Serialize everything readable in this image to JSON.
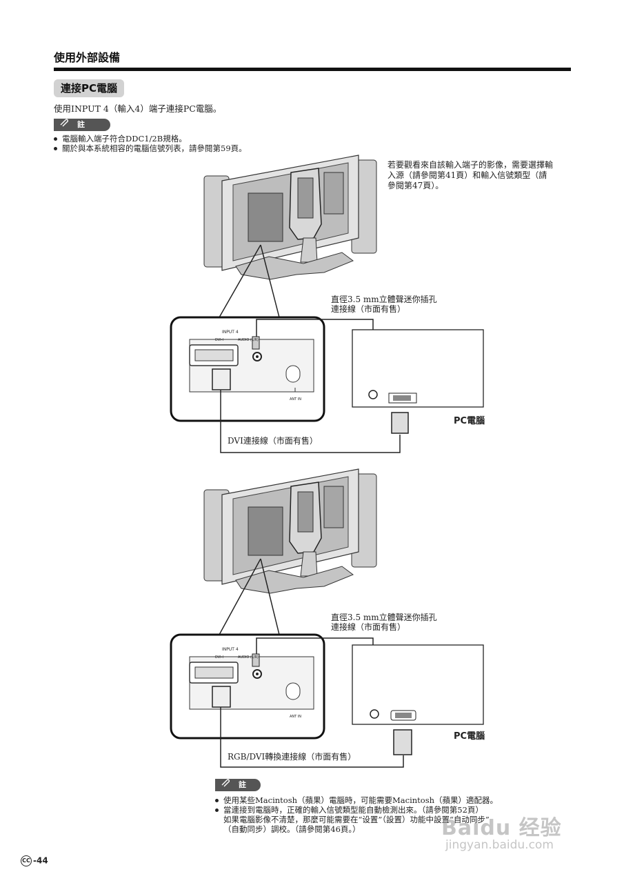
{
  "header": {
    "title": "使用外部設備"
  },
  "section": {
    "title": "連接PC電腦",
    "intro": "使用INPUT 4（輸入4）端子連接PC電腦。"
  },
  "note1": {
    "tag": "註",
    "items": [
      "電腦輸入端子符合DDC1/2B規格。",
      "關於與本系統相容的電腦信號列表，請參閱第59頁。"
    ]
  },
  "side_text": "若要觀看來自該輸入端子的影像，需要選擇輸入源（請參閱第41頁）和輸入信號類型（請參閱第47頁）。",
  "diagram1": {
    "audio_cable": [
      "直徑3.5  mm立體聲迷你插孔",
      "連接線（市面有售）"
    ],
    "cable": "DVI連接線（市面有售）",
    "pc_label": "PC電腦",
    "port_labels": {
      "input": "INPUT 4",
      "dvi": "DVI-I",
      "audio": "AUDIO (L/R)",
      "ant": "ANT IN"
    }
  },
  "diagram2": {
    "audio_cable": [
      "直徑3.5  mm立體聲迷你插孔",
      "連接線（市面有售）"
    ],
    "cable": "RGB/DVI轉換連接線（市面有售）",
    "pc_label": "PC電腦",
    "port_labels": {
      "input": "INPUT 4",
      "dvi": "DVI-I",
      "audio": "AUDIO (L/R)",
      "ant": "ANT IN"
    }
  },
  "note2": {
    "tag": "註",
    "items": [
      "使用某些Macintosh（蘋果）電腦時，可能需要Macintosh（蘋果）適配器。",
      "當連接到電腦時，正確的輸入信號類型能自動檢測出來。（請參閱第52頁）",
      "如果電腦影像不清楚，那麼可能需要在“设置”（設置）功能中設置“自动同步”",
      "（自動同步）調校。（請參閱第46頁。）"
    ]
  },
  "footer": {
    "page_prefix": "CC",
    "page": "-44"
  },
  "watermark": {
    "brand": "Baidu 经验",
    "url": "jingyan.baidu.com"
  }
}
